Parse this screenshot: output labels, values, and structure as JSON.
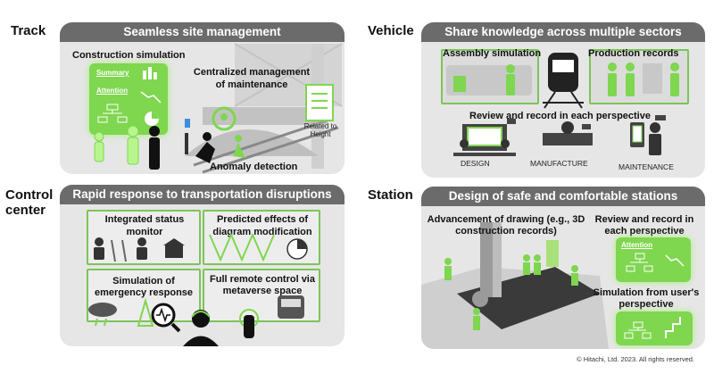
{
  "side_labels": {
    "track": "Track",
    "vehicle": "Vehicle",
    "control": "Control center",
    "station": "Station"
  },
  "track": {
    "header": "Seamless site management",
    "construction": "Construction simulation",
    "card_summary": "Summary",
    "card_attention": "Attention",
    "centralized": "Centralized management of maintenance",
    "related": "Related to Height",
    "anomaly": "Anomaly detection"
  },
  "vehicle": {
    "header": "Share knowledge across multiple sectors",
    "assembly": "Assembly simulation",
    "production": "Production records",
    "review": "Review and record in each perspective",
    "design": "DESIGN",
    "manufacture": "MANUFACTURE",
    "maintenance": "MAINTENANCE"
  },
  "control": {
    "header": "Rapid response to transportation disruptions",
    "integrated": "Integrated status monitor",
    "predicted": "Predicted effects of diagram modification",
    "simulation": "Simulation of emergency response",
    "remote": "Full remote control via metaverse space"
  },
  "station": {
    "header": "Design of safe and comfortable stations",
    "advancement": "Advancement of drawing (e.g., 3D construction records)",
    "review": "Review and record in each perspective",
    "card_attention": "Attention",
    "user_sim": "Simulation from user's perspective"
  },
  "copyright": "© Hitachi, Ltd. 2023. All rights reserved.",
  "colors": {
    "header": "#6b6b6b",
    "panel": "#e6e6e6",
    "accent": "#7fd64f",
    "accent_dark": "#5aa53a"
  }
}
